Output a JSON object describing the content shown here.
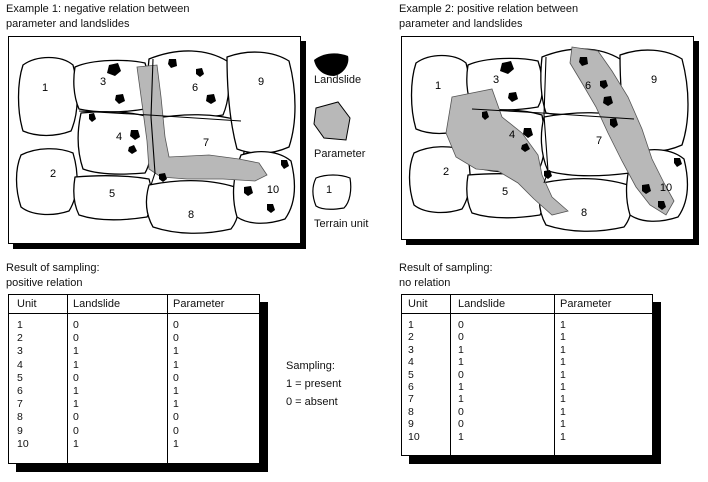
{
  "examples": [
    {
      "title_lines": [
        "Example 1: negative relation between",
        "parameter and landslides"
      ],
      "result_lines": [
        "Result of sampling:",
        "positive relation"
      ],
      "columns": [
        "Unit",
        "Landslide",
        "Parameter"
      ],
      "rows": [
        [
          "1",
          "0",
          "0"
        ],
        [
          "2",
          "0",
          "0"
        ],
        [
          "3",
          "1",
          "1"
        ],
        [
          "4",
          "1",
          "1"
        ],
        [
          "5",
          "0",
          "0"
        ],
        [
          "6",
          "1",
          "1"
        ],
        [
          "7",
          "1",
          "1"
        ],
        [
          "8",
          "0",
          "0"
        ],
        [
          "9",
          "0",
          "0"
        ],
        [
          "10",
          "1",
          "1"
        ]
      ]
    },
    {
      "title_lines": [
        "Example 2: positive relation between",
        "parameter and landslides"
      ],
      "result_lines": [
        "Result of sampling:",
        "no relation"
      ],
      "columns": [
        "Unit",
        "Landslide",
        "Parameter"
      ],
      "rows": [
        [
          "1",
          "0",
          "1"
        ],
        [
          "2",
          "0",
          "1"
        ],
        [
          "3",
          "1",
          "1"
        ],
        [
          "4",
          "1",
          "1"
        ],
        [
          "5",
          "0",
          "1"
        ],
        [
          "6",
          "1",
          "1"
        ],
        [
          "7",
          "1",
          "1"
        ],
        [
          "8",
          "0",
          "1"
        ],
        [
          "9",
          "0",
          "1"
        ],
        [
          "10",
          "1",
          "1"
        ]
      ]
    }
  ],
  "unit_labels": [
    "1",
    "2",
    "3",
    "4",
    "5",
    "6",
    "7",
    "8",
    "9",
    "10"
  ],
  "legend": {
    "landslide": "Landslide",
    "parameter": "Parameter",
    "terrain_unit": "Terrain unit",
    "terrain_unit_sample": "1"
  },
  "sampling": {
    "title": "Sampling:",
    "present": "1 = present",
    "absent": "0 = absent"
  },
  "colors": {
    "parameter_fill": "#b8b8b8",
    "landslide_fill": "#000000",
    "line": "#000000"
  }
}
